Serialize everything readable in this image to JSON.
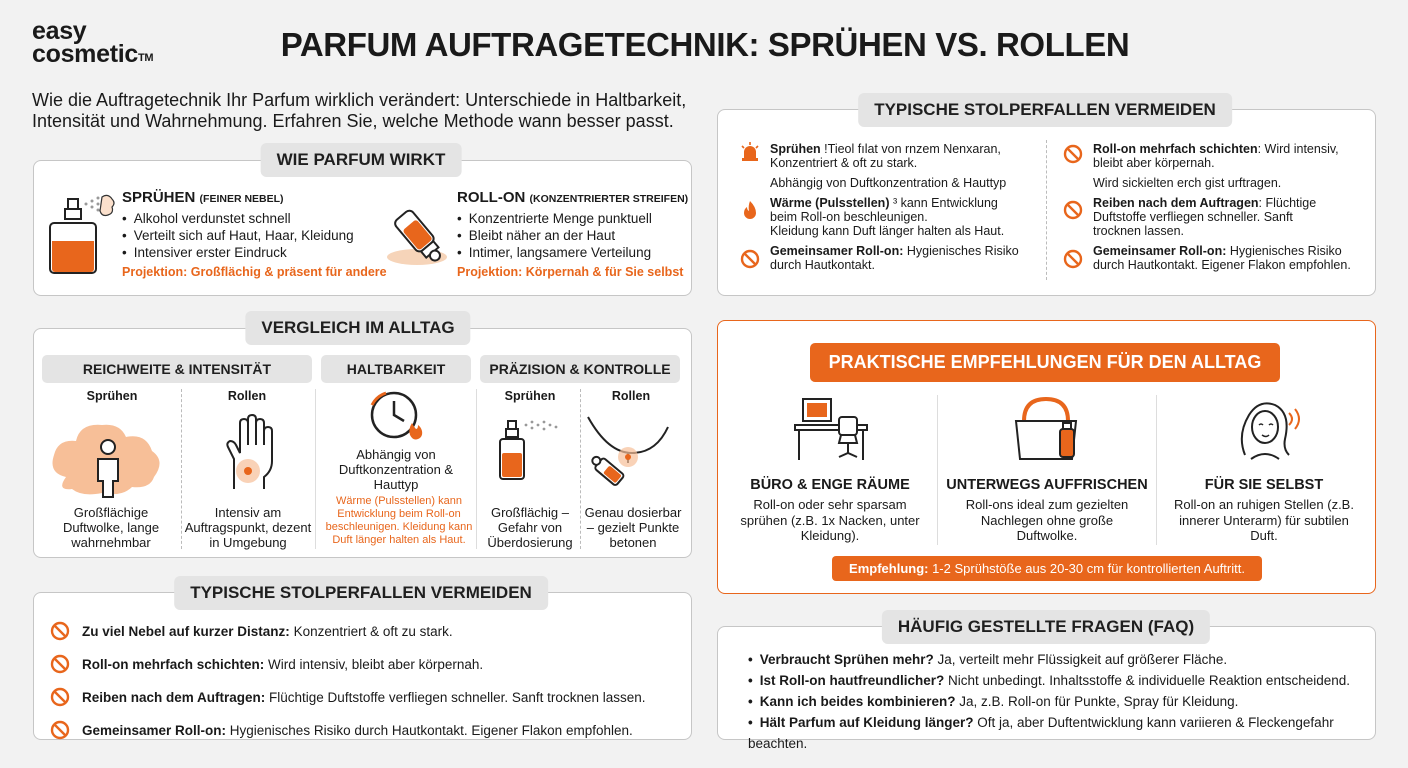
{
  "brand": {
    "line1": "easy",
    "line2": "cosmetic",
    "tm": "TM"
  },
  "title": "PARFUM AUFTRAGETECHNIK: SPRÜHEN VS. ROLLEN",
  "intro": "Wie die Auftragetechnik Ihr Parfum wirklich verändert: Unterschiede in Haltbarkeit, Intensität und Wahrnehmung. Erfahren Sie, welche Methode wann besser passt.",
  "colors": {
    "accent": "#e8661c",
    "header_bg": "#e4e4e4",
    "card_border": "#c6c6c6"
  },
  "wirkt": {
    "heading": "WIE PARFUM WIRKT",
    "spray": {
      "title": "SPRÜHEN",
      "subtitle": "(FEINER NEBEL)",
      "items": [
        "Alkohol verdunstet schnell",
        "Verteilt sich auf Haut, Haar, Kleidung",
        "Intensiver erster Eindruck"
      ],
      "projection": "Projektion: Großflächig & präsent für andere",
      "icon": "spray-bottle-icon"
    },
    "roll": {
      "title": "ROLL-ON",
      "subtitle": "(KONZENTRIERTER STREIFEN)",
      "items": [
        "Konzentrierte Menge punktuell",
        "Bleibt näher an der Haut",
        "Intimer, langsamere Verteilung"
      ],
      "projection": "Projektion: Körpernah & für Sie selbst",
      "icon": "roll-on-icon"
    }
  },
  "alltag": {
    "heading": "VERGLEICH IM ALLTAG",
    "reichweite": {
      "title": "REICHWEITE & INTENSITÄT",
      "spray_label": "Sprühen",
      "roll_label": "Rollen",
      "spray_text": "Großflächige Duftwolke, lange wahrnehmbar",
      "roll_text": "Intensiv am Auftragspunkt, dezent in Umgebung"
    },
    "haltbarkeit": {
      "title": "HALTBARKEIT",
      "text": "Abhängig von Duftkonzentration & Hauttyp",
      "note": "Wärme (Pulsstellen) kann Entwicklung beim Roll-on beschleunigen. Kleidung kann Duft länger halten als Haut."
    },
    "praezision": {
      "title": "PRÄZISION & KONTROLLE",
      "spray_label": "Sprühen",
      "roll_label": "Rollen",
      "spray_text": "Großflächig – Gefahr von Überdosierung",
      "roll_text": "Genau dosierbar – gezielt Punkte betonen"
    }
  },
  "pitfalls_left": {
    "heading": "TYPISCHE STOLPERFALLEN VERMEIDEN",
    "items": [
      {
        "bold": "Zu viel Nebel auf kurzer Distanz:",
        "text": " Konzentriert & oft zu stark."
      },
      {
        "bold": "Roll-on mehrfach schichten:",
        "text": " Wird intensiv, bleibt aber körpernah."
      },
      {
        "bold": "Reiben nach dem Auftragen:",
        "text": " Flüchtige Duftstoffe verfliegen schneller. Sanft trocknen lassen."
      },
      {
        "bold": "Gemeinsamer Roll-on:",
        "text": " Hygienisches Risiko durch Hautkontakt. Eigener Flakon empfohlen."
      }
    ]
  },
  "pitfalls_right": {
    "heading": "TYPISCHE STOLPERFALLEN VERMEIDEN",
    "l1_bold": "Sprühen",
    "l1_text": " !Tieol fılat von rnzem Nenxaran,",
    "l1_text2": "Konzentriert & oft zu stark.",
    "l1_sub": "Abhängig von Duftkonzentration & Hauttyp",
    "l2_bold": "Wärme (Pulsstellen)",
    "l2_text": "³ kann Entwicklung",
    "l2_text2": "beim Roll-on beschleunigen.",
    "l2_text3": "Kleidung kann Duft länger halten als Haut.",
    "l3_bold": "Gemeinsamer Roll-on:",
    "l3_text": " Hygienisches Risiko",
    "l3_text2": "durch Hautkontakt.",
    "r1_bold": "Roll-on mehrfach schichten",
    "r1_text": ": Wird intensiv,",
    "r1_text2": "bleibt aber körpernah.",
    "r1_sub": "Wird sickielten erch gist urftragen.",
    "r2_bold": "Reiben nach dem Auftragen",
    "r2_text": ": Flüchtige",
    "r2_text2": "Duftstoffe verfliegen schneller. Sanft",
    "r2_text3": "trocknen lassen.",
    "r3_bold": "Gemeinsamer Roll-on:",
    "r3_text": " Hygienisches Risiko",
    "r3_text2": "durch Hautkontakt. Eigener Flakon empfohlen."
  },
  "empfehlungen": {
    "heading": "PRAKTISCHE EMPFEHLUNGEN FÜR DEN ALLTAG",
    "items": [
      {
        "title": "BÜRO & ENGE RÄUME",
        "text": "Roll-on oder sehr sparsam sprühen (z.B. 1x Nacken, unter Kleidung).",
        "icon": "office-desk-icon"
      },
      {
        "title": "UNTERWEGS AUFFRISCHEN",
        "text": "Roll-ons ideal zum gezielten Nachlegen ohne große Duftwolke.",
        "icon": "handbag-icon"
      },
      {
        "title": "FÜR SIE SELBST",
        "text": "Roll-on an ruhigen Stellen (z.B. innerer Unterarm) für subtilen Duft.",
        "icon": "woman-smelling-icon"
      }
    ],
    "tip_label": "Empfehlung:",
    "tip_text": " 1-2 Sprühstöße aus 20-30 cm für kontrollierten Auftritt."
  },
  "faq": {
    "heading": "HÄUFIG GESTELLTE FRAGEN (FAQ)",
    "items": [
      {
        "q": "Verbraucht Sprühen mehr?",
        "a": " Ja, verteilt mehr Flüssigkeit auf größerer Fläche."
      },
      {
        "q": "Ist Roll-on hautfreundlicher?",
        "a": " Nicht unbedingt. Inhaltsstoffe & individuelle Reaktion entscheidend."
      },
      {
        "q": "Kann ich beides kombinieren?",
        "a": " Ja, z.B. Roll-on für Punkte, Spray für Kleidung."
      },
      {
        "q": "Hält Parfum auf Kleidung länger?",
        "a": " Oft ja, aber Duftentwicklung kann variieren & Fleckengefahr beachten."
      }
    ]
  }
}
